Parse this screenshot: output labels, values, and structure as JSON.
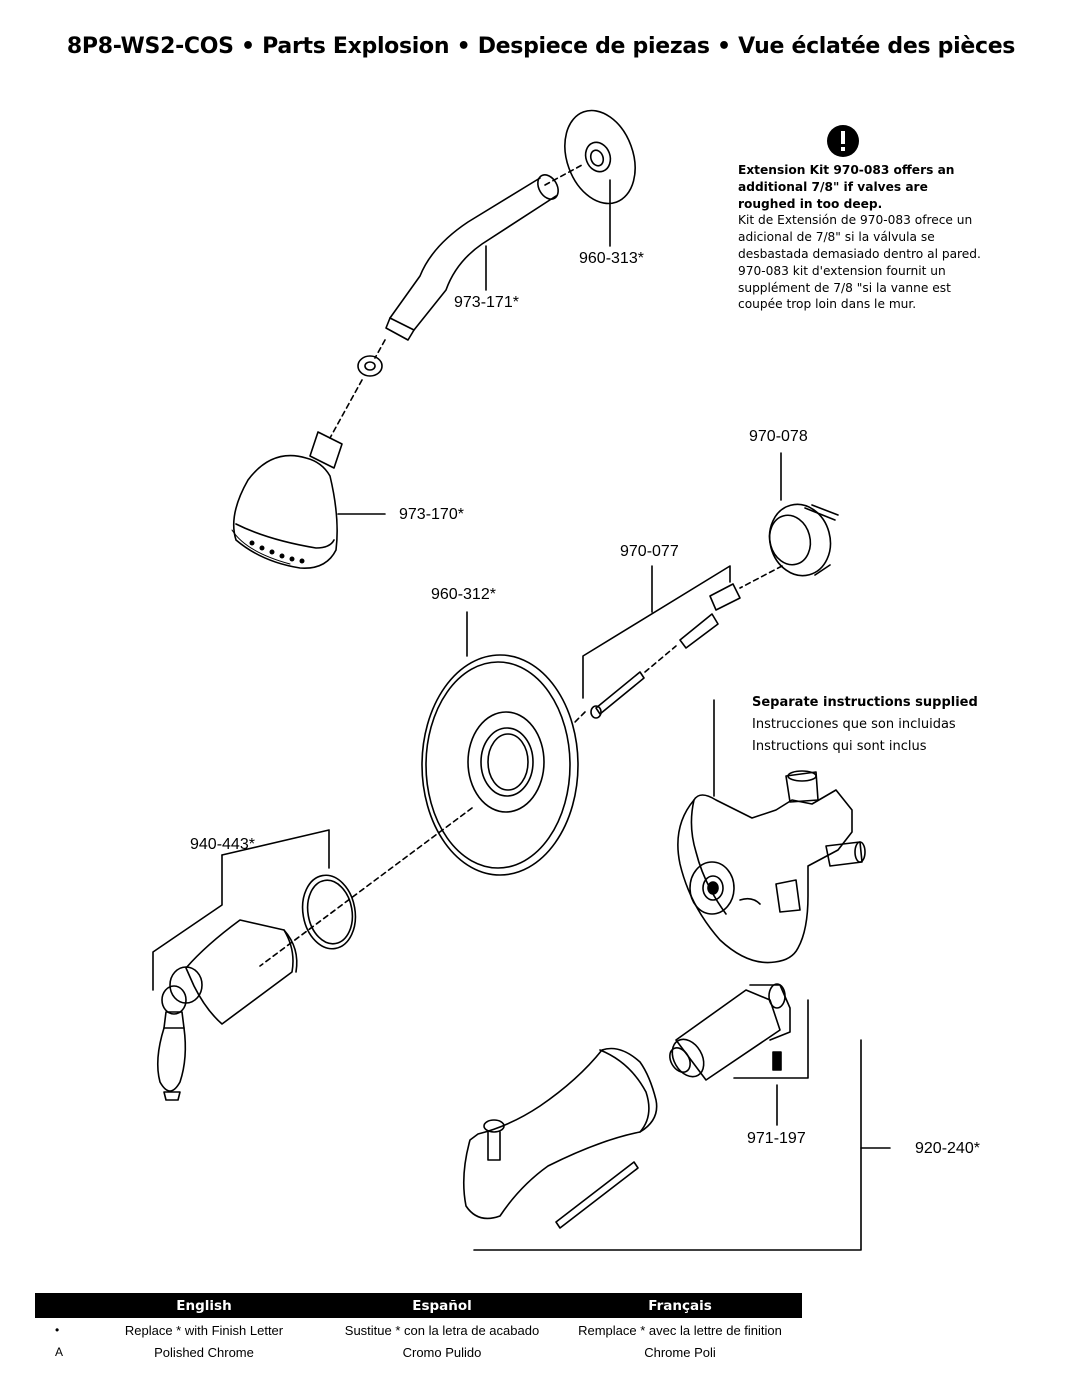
{
  "title": "8P8-WS2-COS • Parts Explosion • Despiece de piezas • Vue éclatée des pièces",
  "icons": {
    "warning": "exclamation-circle-icon"
  },
  "note": {
    "bold": "Extension Kit 970-083 offers an additional 7/8\" if valves are roughed in too deep.",
    "es": "Kit de Extensión de 970-083 ofrece un adicional de 7/8\" si la válvula se desbastada demasiado dentro al pared.",
    "fr": "970-083 kit d'extension fournit un supplément de 7/8 \"si la vanne est coupée trop loin dans le mur."
  },
  "separate": {
    "en": "Separate instructions supplied",
    "es": "Instrucciones que son incluidas",
    "fr": "Instructions qui sont inclus"
  },
  "parts": {
    "p960_313": "960-313*",
    "p973_171": "973-171*",
    "p970_078": "970-078",
    "p973_170": "973-170*",
    "p970_077": "970-077",
    "p960_312": "960-312*",
    "p940_443": "940-443*",
    "p971_197": "971-197",
    "p920_240": "920-240*"
  },
  "legend": {
    "headers": [
      "English",
      "Español",
      "Français"
    ],
    "rows": [
      {
        "key": "•",
        "en": "Replace * with Finish Letter",
        "es": "Sustitue * con la letra de acabado",
        "fr": "Remplace * avec la lettre de finition"
      },
      {
        "key": "A",
        "en": "Polished Chrome",
        "es": "Cromo Pulido",
        "fr": "Chrome Poli"
      }
    ]
  }
}
